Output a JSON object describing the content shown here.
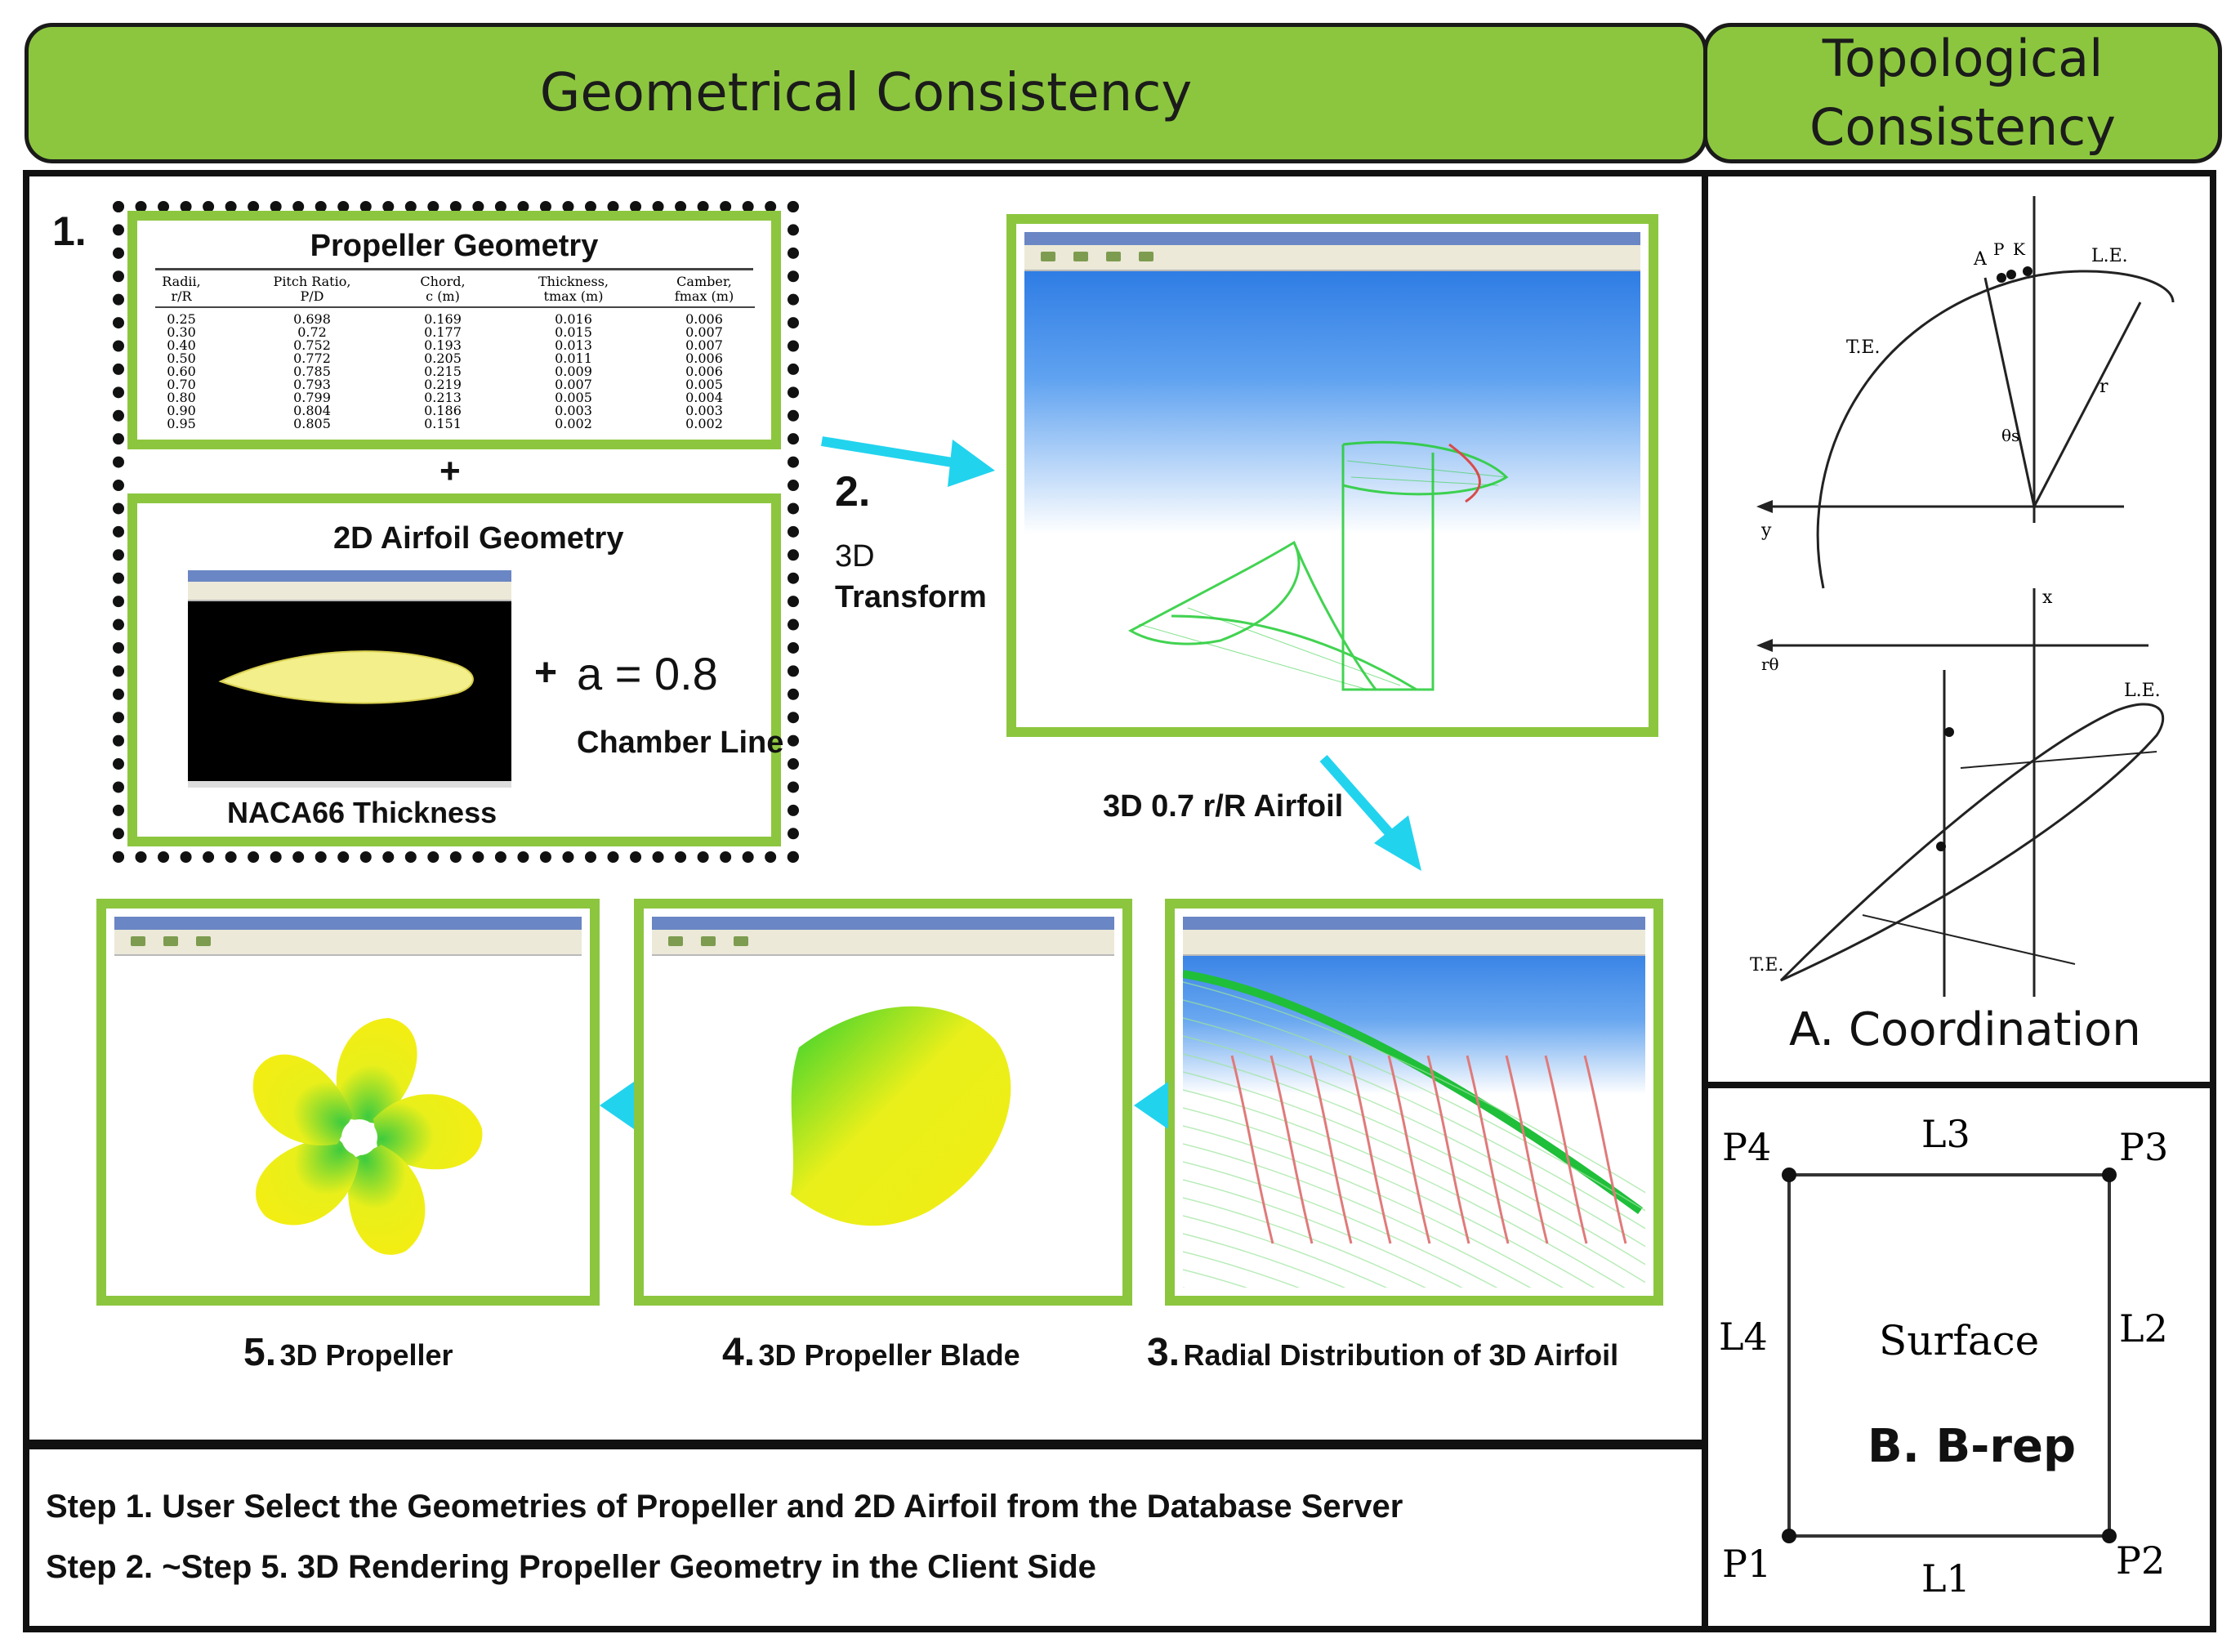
{
  "headers": {
    "geometrical": "Geometrical Consistency",
    "topological_line1": "Topological",
    "topological_line2": "Consistency"
  },
  "step1": {
    "number": "1.",
    "table_title": "Propeller Geometry",
    "columns": [
      "Radii, r/R",
      "Pitch Ratio, P/D",
      "Chord, c (m)",
      "Thickness, tmax (m)",
      "Camber, fmax (m)"
    ],
    "rows": [
      [
        "0.25",
        "0.698",
        "0.169",
        "0.016",
        "0.006"
      ],
      [
        "0.30",
        "0.72",
        "0.177",
        "0.015",
        "0.007"
      ],
      [
        "0.40",
        "0.752",
        "0.193",
        "0.013",
        "0.007"
      ],
      [
        "0.50",
        "0.772",
        "0.205",
        "0.011",
        "0.006"
      ],
      [
        "0.60",
        "0.785",
        "0.215",
        "0.009",
        "0.006"
      ],
      [
        "0.70",
        "0.793",
        "0.219",
        "0.007",
        "0.005"
      ],
      [
        "0.80",
        "0.799",
        "0.213",
        "0.005",
        "0.004"
      ],
      [
        "0.90",
        "0.804",
        "0.186",
        "0.003",
        "0.003"
      ],
      [
        "0.95",
        "0.805",
        "0.151",
        "0.002",
        "0.002"
      ]
    ],
    "plus": "+",
    "airfoil_title": "2D Airfoil Geometry",
    "airfoil_caption": "NACA66 Thickness",
    "camber_plus": "+",
    "camber_value": "a = 0.8",
    "camber_label": "Chamber Line"
  },
  "step2": {
    "number": "2.",
    "line1": "3D",
    "line2": "Transform",
    "airfoil_label": "3D 0.7 r/R Airfoil"
  },
  "steps": {
    "s3_num": "3.",
    "s3_text": "Radial Distribution of 3D Airfoil",
    "s4_num": "4.",
    "s4_text": "3D Propeller Blade",
    "s5_num": "5.",
    "s5_text": "3D Propeller"
  },
  "notes": {
    "line1": "Step 1. User Select the Geometries of Propeller  and 2D Airfoil from the Database Server",
    "line2": "Step 2. ~Step 5.  3D Rendering Propeller Geometry in the Client Side"
  },
  "coordination": {
    "caption": "A. Coordination",
    "labels": {
      "y": "y",
      "r": "r",
      "A": "A",
      "P": "P",
      "K": "K",
      "LE": "L.E.",
      "TE": "T.E.",
      "theta": "θs",
      "rtheta": "rθ",
      "x": "x"
    }
  },
  "brep": {
    "caption": "B. B-rep",
    "surface": "Surface",
    "points": [
      "P1",
      "P2",
      "P3",
      "P4"
    ],
    "lines": [
      "L1",
      "L2",
      "L3",
      "L4"
    ]
  },
  "colors": {
    "header_green": "#8cc63f",
    "arrow_cyan": "#22d3ee",
    "blade_yellow": "#e9ef1a",
    "blade_green": "#3ecb3e"
  }
}
